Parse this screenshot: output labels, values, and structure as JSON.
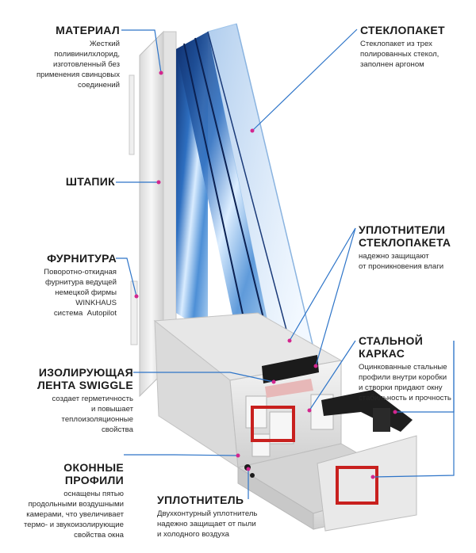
{
  "colors": {
    "accent": "#d3268e",
    "frame": "#ececec",
    "glass": "#3a7fc4",
    "steel": "#c8201e"
  },
  "callouts": {
    "material": {
      "title": "МАТЕРИАЛ",
      "text": "Жесткий\nполивинилхлорид,\nизготовленный без\nприменения свинцовых\nсоединений"
    },
    "shtapik": {
      "title": "ШТАПИК"
    },
    "hardware": {
      "title": "ФУРНИТУРА",
      "text": "Поворотно-откидная\nфурнитура ведущей\nнемецкой фирмы\nWINKHAUS\nсистема  Autopilot"
    },
    "swiggle": {
      "title": "ИЗОЛИРУЮЩАЯ\nЛЕНТА SWIGGLE",
      "text": "создает герметичность\nи повышает\nтеплоизоляционные\nсвойства"
    },
    "profiles": {
      "title": "ОКОННЫЕ\nПРОФИЛИ",
      "text": "оснащены пятью\nпродольными воздушными\nкамерами, что увеличивает\nтермо- и звукоизолирующие\nсвойства окна"
    },
    "glazing": {
      "title": "СТЕКЛОПАКЕТ",
      "text": "Стеклопакет из трех\nполированных стекол,\nзаполнен аргоном"
    },
    "glass_seals": {
      "title": "УПЛОТНИТЕЛИ\nСТЕКЛОПАКЕТА",
      "text": "надежно защищают\nот проникновения влаги"
    },
    "steel_frame": {
      "title": "СТАЛЬНОЙ\nКАРКАС",
      "text": "Оцинкованные стальные\nпрофили внутри коробки\nи створки придают окну\nстабильность и прочность"
    },
    "seal": {
      "title": "УПЛОТНИТЕЛЬ",
      "text": "Двухконтурный уплотнитель\nнадежно защищает от пыли\nи холодного воздуха"
    }
  }
}
